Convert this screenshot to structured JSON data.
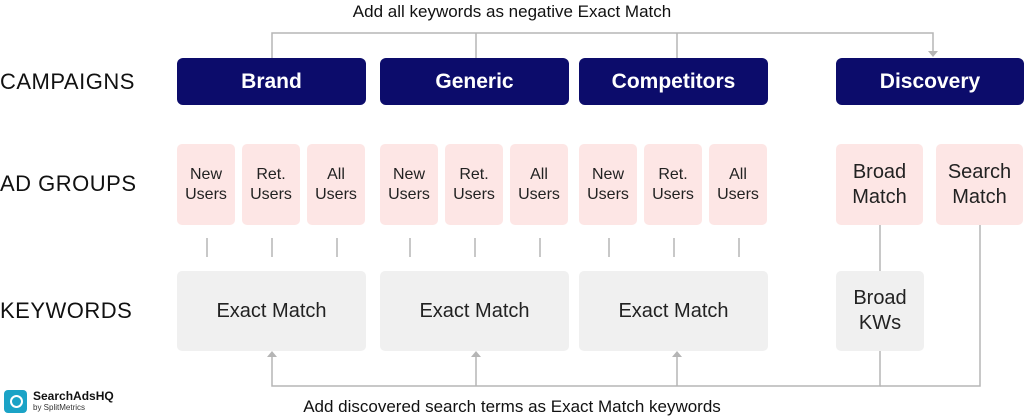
{
  "top_note": "Add all keywords as negative Exact Match",
  "bottom_note": "Add discovered search terms as Exact Match keywords",
  "row_labels": {
    "campaigns": "CAMPAIGNS",
    "ad_groups": "AD GROUPS",
    "keywords": "KEYWORDS"
  },
  "campaigns": [
    "Brand",
    "Generic",
    "Competitors",
    "Discovery"
  ],
  "ad_groups": {
    "brand": [
      [
        "New",
        "Users"
      ],
      [
        "Ret.",
        "Users"
      ],
      [
        "All",
        "Users"
      ]
    ],
    "generic": [
      [
        "New",
        "Users"
      ],
      [
        "Ret.",
        "Users"
      ],
      [
        "All",
        "Users"
      ]
    ],
    "competitors": [
      [
        "New",
        "Users"
      ],
      [
        "Ret.",
        "Users"
      ],
      [
        "All",
        "Users"
      ]
    ],
    "discovery": [
      [
        "Broad",
        "Match"
      ],
      [
        "Search",
        "Match"
      ]
    ]
  },
  "keywords": {
    "brand": "Exact Match",
    "generic": "Exact Match",
    "competitors": "Exact Match",
    "discovery": [
      "Broad",
      "KWs"
    ]
  },
  "logo": {
    "name": "SearchAdsHQ",
    "sub": "by SplitMetrics"
  },
  "colors": {
    "campaign": "#0c0c6b",
    "ad_group": "#fde6e5",
    "keyword": "#f0f0f0",
    "line": "#b5b5b5",
    "logo": "#1ba3c6"
  }
}
